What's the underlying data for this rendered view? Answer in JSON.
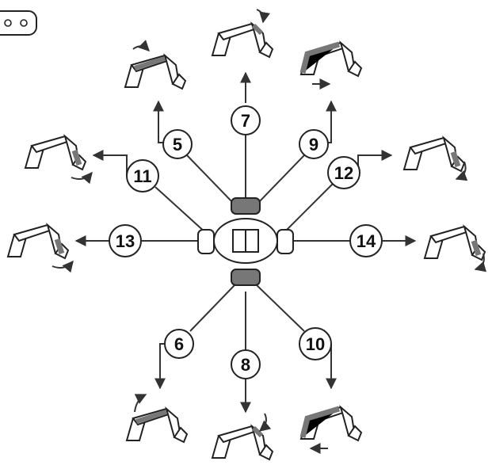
{
  "colors": {
    "ink": "#333333",
    "outline": "#222222",
    "highlight": "#777777",
    "paper": "#ffffff"
  },
  "callouts": [
    {
      "id": "5",
      "label": "5",
      "bucket": "boom-raise",
      "arrow": "clockwise"
    },
    {
      "id": "7",
      "label": "7",
      "bucket": "stick-out",
      "arrow": "clockwise"
    },
    {
      "id": "9",
      "label": "9",
      "bucket": "travel-forward",
      "arrow": "right"
    },
    {
      "id": "11",
      "label": "11",
      "bucket": "bucket-curl",
      "arrow": "counterclockwise"
    },
    {
      "id": "12",
      "label": "12",
      "bucket": "bucket-dump",
      "arrow": "clockwise"
    },
    {
      "id": "13",
      "label": "13",
      "bucket": "bucket-curl",
      "arrow": "counterclockwise"
    },
    {
      "id": "14",
      "label": "14",
      "bucket": "bucket-dump",
      "arrow": "clockwise"
    },
    {
      "id": "6",
      "label": "6",
      "bucket": "boom-lower",
      "arrow": "counterclockwise"
    },
    {
      "id": "8",
      "label": "8",
      "bucket": "stick-in",
      "arrow": "counterclockwise"
    },
    {
      "id": "10",
      "label": "10",
      "bucket": "travel-reverse",
      "arrow": "left"
    }
  ],
  "icons": {
    "corner": "window-badge-icon",
    "center": "control-lever-icon"
  }
}
